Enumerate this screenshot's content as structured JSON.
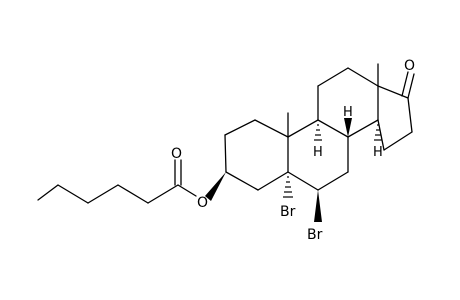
{
  "molecule": {
    "atoms": {
      "carbonyl_oxygen_ketone": "O",
      "carbonyl_oxygen_ester": "O",
      "ester_oxygen": "O",
      "bromine_c5": "Br",
      "bromine_c6": "Br",
      "hydrogen_c8": "H",
      "hydrogen_c9": "H",
      "hydrogen_c14": "H"
    }
  }
}
